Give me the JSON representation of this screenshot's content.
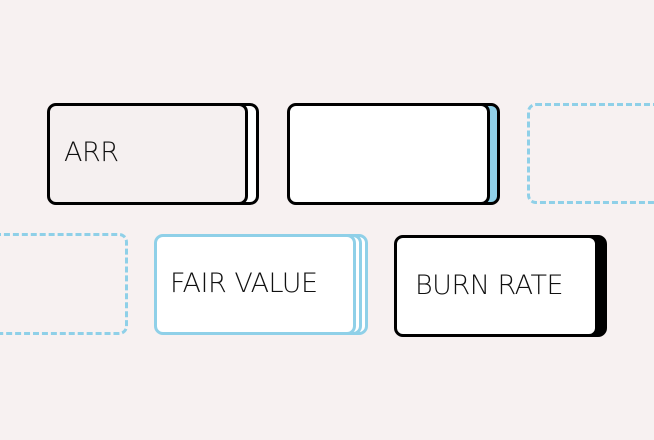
{
  "cards": [
    {
      "label": "ARR"
    },
    {
      "label": ""
    },
    {
      "label": "FAIR VALUE"
    },
    {
      "label": "BURN RATE"
    }
  ],
  "colors": {
    "background": "#f7f1f1",
    "accent": "#8fd0e8",
    "border": "#000000"
  }
}
